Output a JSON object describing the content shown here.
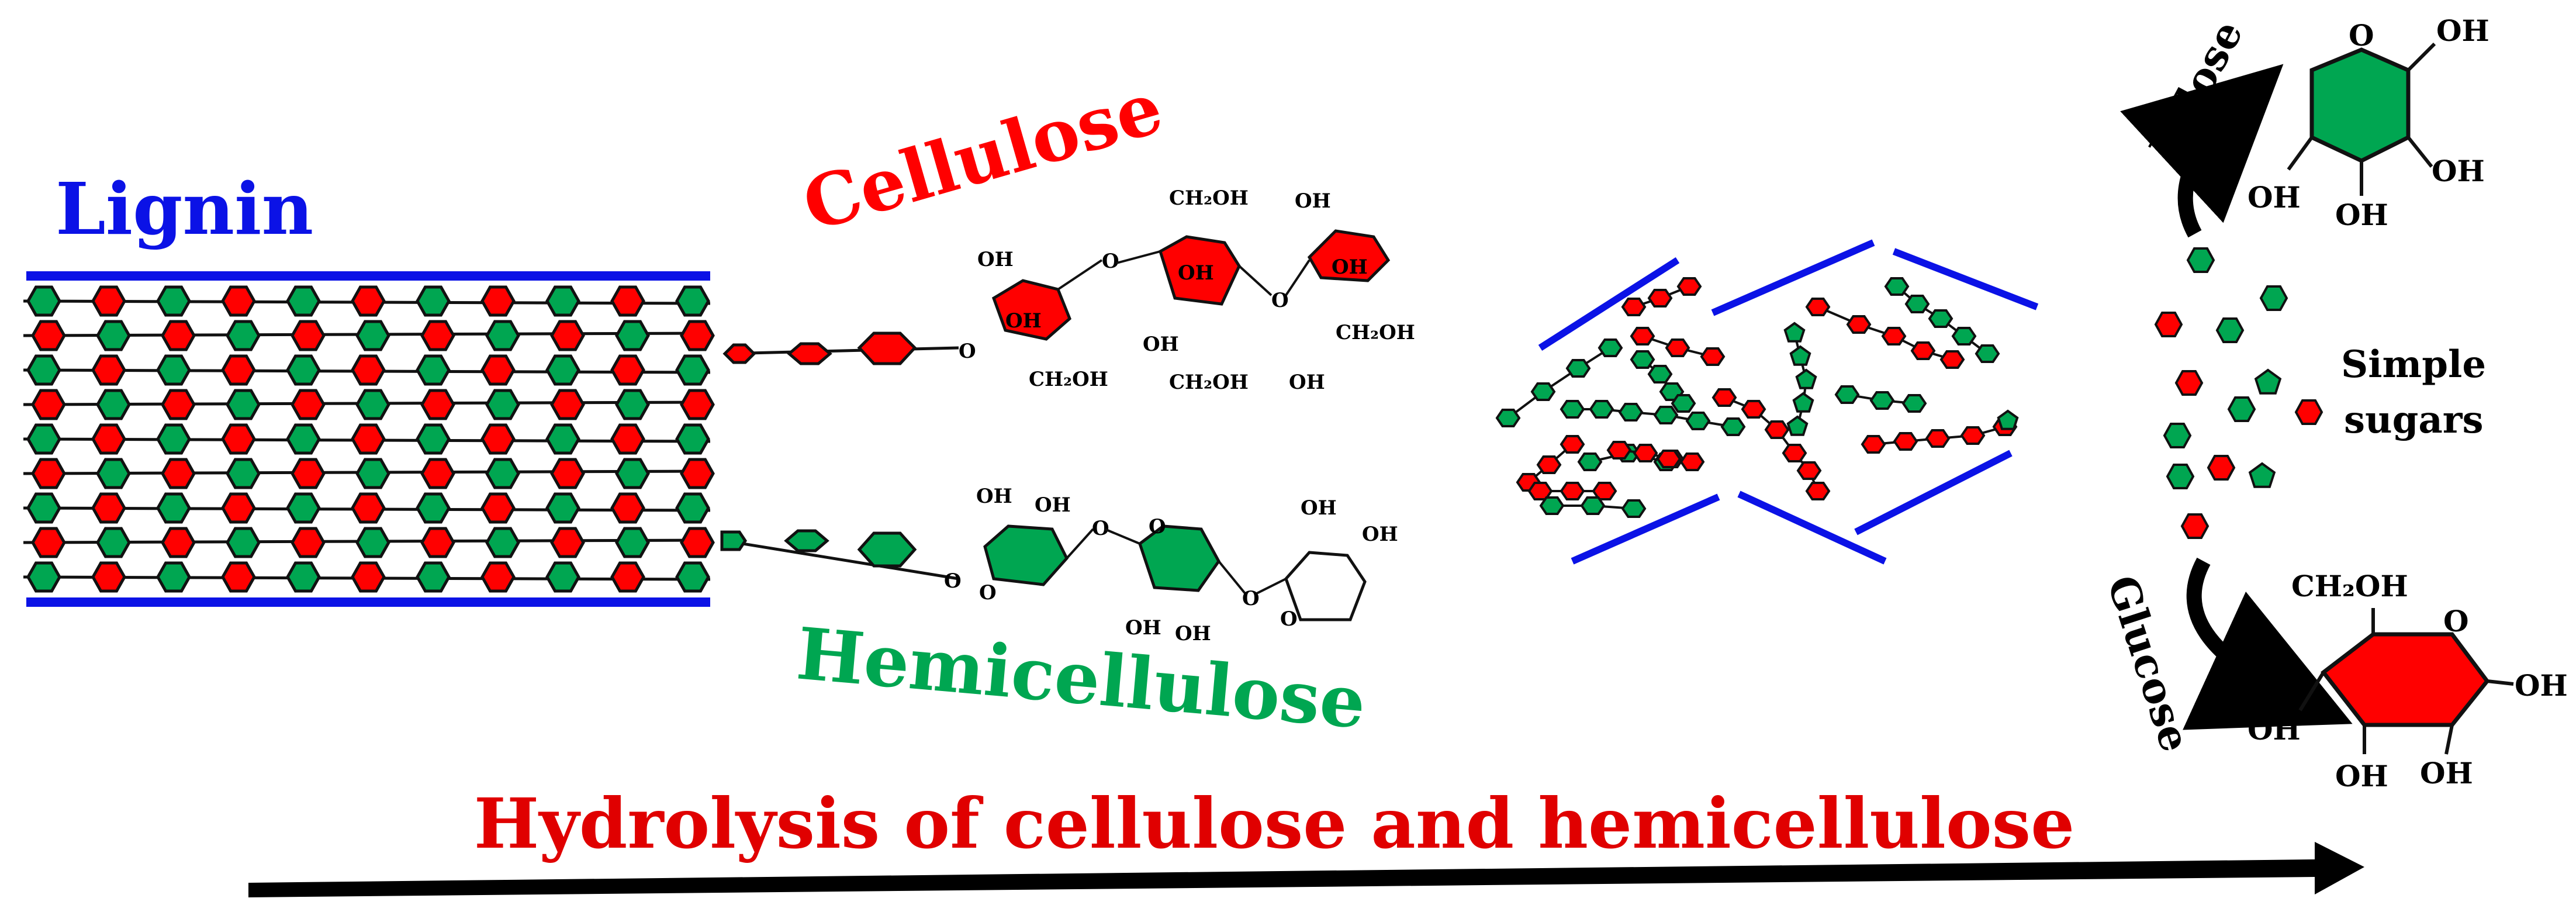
{
  "colors": {
    "lignin": "#0b12e6",
    "cellulose": "#ff0000",
    "hemicellulose": "#00a651",
    "unit_green": "#00a651",
    "unit_red": "#ff0000",
    "outline": "#111111",
    "arrow": "#000000",
    "title": "#e00000"
  },
  "labels": {
    "lignin": "Lignin",
    "cellulose": "Cellulose",
    "hemicellulose": "Hemicellulose",
    "title": "Hydrolysis of cellulose and hemicellulose",
    "xylose": "Xylose",
    "glucose": "Glucose",
    "simple_sugars_line1": "Simple",
    "simple_sugars_line2": "sugars"
  },
  "chem": {
    "oh": "OH",
    "o": "O",
    "ch2oh": "CH₂OH"
  }
}
